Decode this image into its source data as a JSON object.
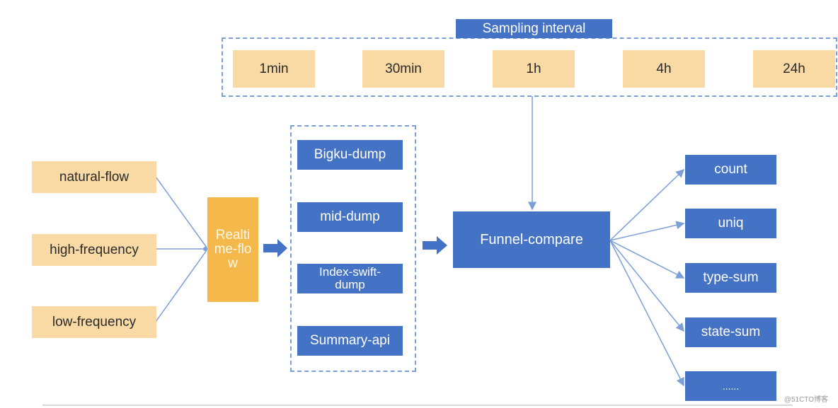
{
  "sampling": {
    "title": "Sampling interval",
    "intervals": [
      "1min",
      "30min",
      "1h",
      "4h",
      "24h"
    ]
  },
  "inputs": [
    "natural-flow",
    "high-frequency",
    "low-frequency"
  ],
  "realtime_flow": "Realtime-flow",
  "dumps": [
    "Bigku-dump",
    "mid-dump",
    "Index-swift-dump",
    "Summary-api"
  ],
  "funnel": "Funnel-compare",
  "outputs": [
    "count",
    "uniq",
    "type-sum",
    "state-sum",
    "......"
  ],
  "watermark": "@51CTO博客",
  "colors": {
    "orange_light": "#f9d9a4",
    "orange_dark": "#f5b84a",
    "blue": "#4472c4",
    "line": "#7b9fd6"
  }
}
